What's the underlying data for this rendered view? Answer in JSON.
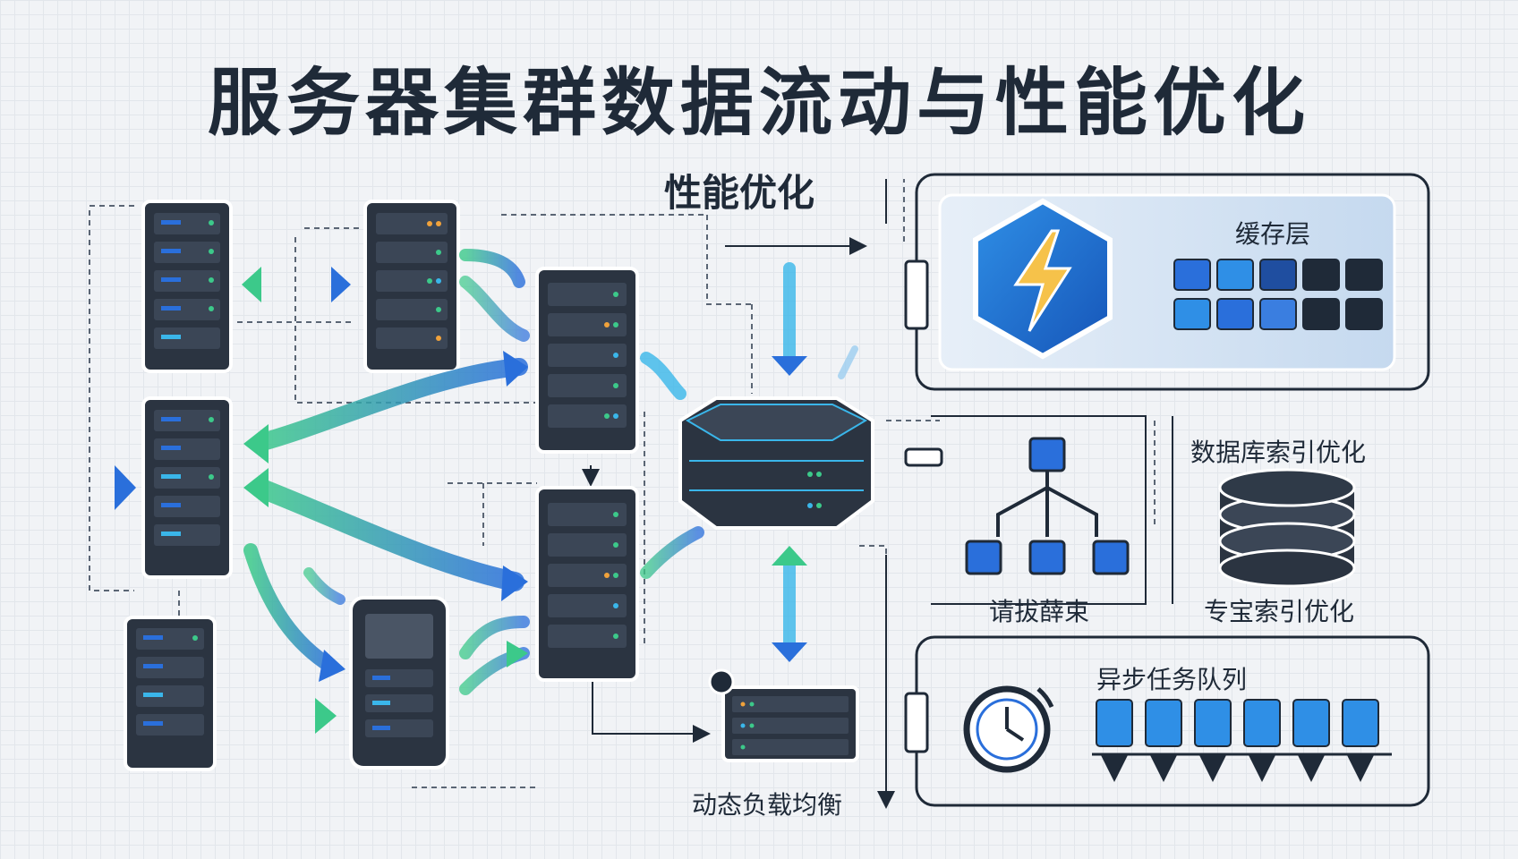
{
  "title": "服务器集群数据流动与性能优化",
  "section_heading": "性能优化",
  "cache": {
    "label": "缓存层"
  },
  "index_panel": {
    "top_label": "数据库索引优化",
    "left_label": "请拔薛束",
    "right_label": "专宝索引优化"
  },
  "queue": {
    "label": "异步任务队列"
  },
  "load_balancer": {
    "label": "动态负载均衡"
  },
  "colors": {
    "dark": "#1f2a38",
    "blue": "#2a6fdb",
    "green": "#3cc98a",
    "cyan": "#3ab6ea",
    "panel_bg": "#cfe0f3"
  }
}
